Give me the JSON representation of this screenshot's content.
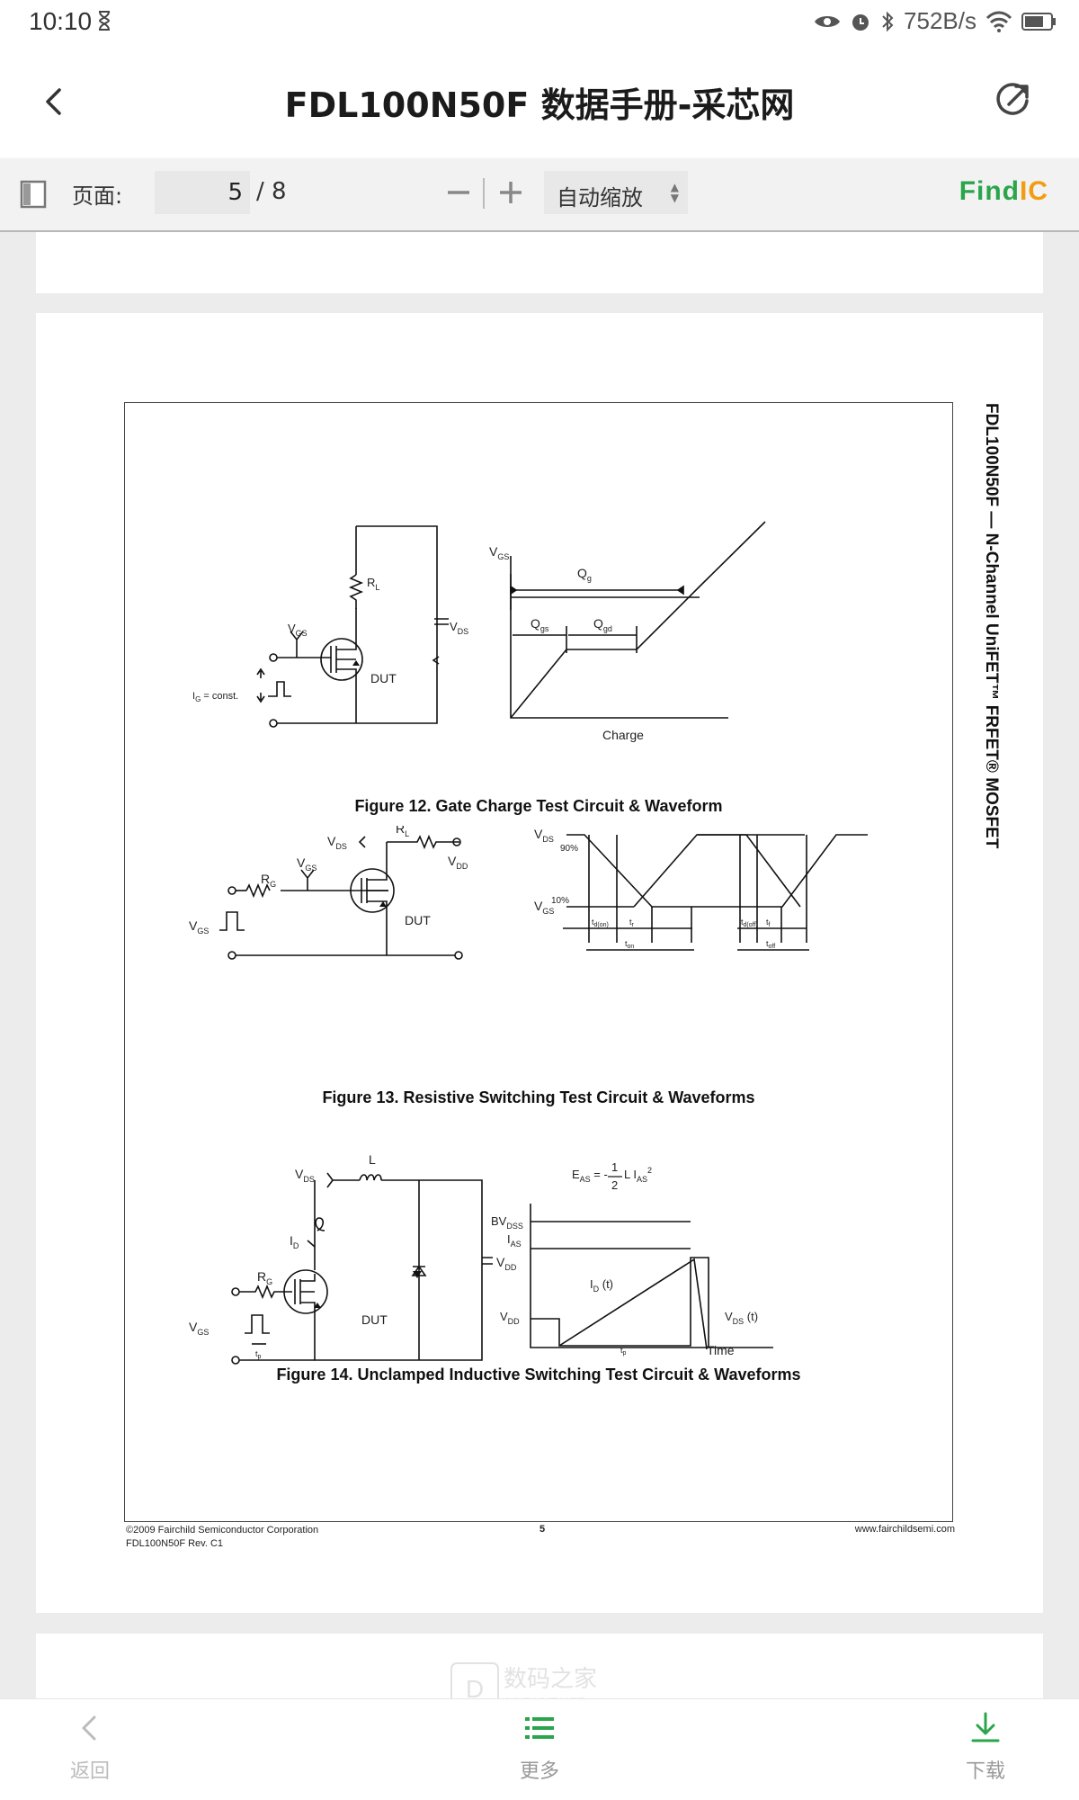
{
  "status_bar": {
    "time": "10:10",
    "net_speed": "752B/s",
    "icons": [
      "hourglass-icon",
      "eye-icon",
      "alarm-icon",
      "bluetooth-icon",
      "wifi-icon",
      "battery-icon"
    ]
  },
  "app_bar": {
    "title": "FDL100N50F 数据手册-采芯网",
    "back_icon": "back-chevron-icon",
    "share_icon": "share-icon"
  },
  "pdf_toolbar": {
    "page_label": "页面:",
    "current_page": "5",
    "total_pages": "/ 8",
    "zoom_value": "自动缩放",
    "brand_prefix": "Find",
    "brand_suffix": "IC",
    "brand_colors": {
      "prefix": "#2aa54a",
      "suffix": "#f39c12"
    }
  },
  "document": {
    "side_title": "FDL100N50F — N-Channel UniFET™ FRFET® MOSFET",
    "figures": [
      {
        "caption": "Figure 12. Gate Charge Test Circuit & Waveform",
        "labels": {
          "rl": "R",
          "rl_sub": "L",
          "vds": "V",
          "vds_sub": "DS",
          "vgs": "V",
          "vgs_sub": "GS",
          "dut": "DUT",
          "ig": "I",
          "ig_sub": "G",
          "ig_rest": " = const.",
          "qg": "Q",
          "qg_sub": "g",
          "qgs": "Q",
          "qgs_sub": "gs",
          "qgd": "Q",
          "qgd_sub": "gd",
          "charge": "Charge"
        }
      },
      {
        "caption": "Figure 13. Resistive Switching Test Circuit & Waveforms",
        "labels": {
          "vds": "V",
          "vds_sub": "DS",
          "rl": "R",
          "rl_sub": "L",
          "vdd": "V",
          "vdd_sub": "DD",
          "rg": "R",
          "rg_sub": "G",
          "vgs": "V",
          "vgs_sub": "GS",
          "dut": "DUT",
          "p90": "90%",
          "p10": "10%",
          "tdon": "t",
          "tdon_sub": "d(on)",
          "tr": "t",
          "tr_sub": "r",
          "ton": "t",
          "ton_sub": "on",
          "tdoff": "t",
          "tdoff_sub": "d(off)",
          "tf": "t",
          "tf_sub": "f",
          "toff": "t",
          "toff_sub": "off"
        }
      },
      {
        "caption": "Figure 14. Unclamped Inductive Switching Test Circuit & Waveforms",
        "labels": {
          "l": "L",
          "vds": "V",
          "vds_sub": "DS",
          "id": "I",
          "id_sub": "D",
          "rg": "R",
          "rg_sub": "G",
          "vdd": "V",
          "vdd_sub": "DD",
          "vgs": "V",
          "vgs_sub": "GS",
          "tp": "t",
          "tp_sub": "p",
          "dut": "DUT",
          "eas": "E",
          "eas_sub": "AS",
          "eq": " = ",
          "minus": "-",
          "num": "1",
          "den": "2",
          "liaspre": " L I",
          "ias_sub": "AS",
          "sq": "2",
          "bvdss": "BV",
          "bvdss_sub": "DSS",
          "ias": "I",
          "ias2_sub": "AS",
          "idt": "I",
          "idt_sub": "D",
          "idt_rest": " (t)",
          "vdd2": "V",
          "vdd2_sub": "DD",
          "vdst": "V",
          "vdst_sub": "DS",
          "vdst_rest": " (t)",
          "time": "Time",
          "tp2": "t",
          "tp2_sub": "p"
        }
      }
    ],
    "footer": {
      "copyright": "©2009 Fairchild Semiconductor Corporation",
      "rev": "FDL100N50F Rev. C1",
      "page_no": "5",
      "website": "www.fairchildsemi.com"
    }
  },
  "watermark": {
    "cn": "数码之家",
    "en": "MYDIGIT.NET"
  },
  "bottom_bar": {
    "back_label": "返回",
    "more_label": "更多",
    "download_label": "下载",
    "icons": [
      "back-chevron-icon",
      "list-icon",
      "download-icon"
    ],
    "accent": "#2aa54a"
  }
}
